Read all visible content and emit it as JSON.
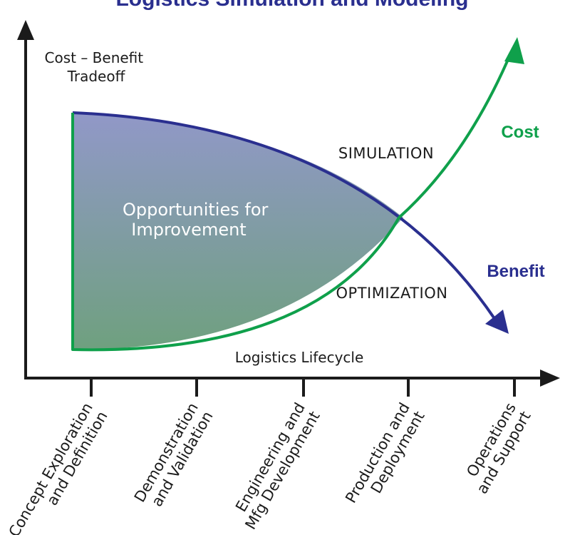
{
  "title": "Logistics Simulation and Modeling",
  "y_axis_label": [
    "Cost – Benefit",
    "Tradeoff"
  ],
  "x_axis_label": "Logistics Lifecycle",
  "region_label": [
    "Opportunities for",
    "Improvement"
  ],
  "curve_labels": {
    "simulation": "SIMULATION",
    "optimization": "OPTIMIZATION"
  },
  "series": {
    "cost": {
      "label": "Cost",
      "color": "#0fa04b"
    },
    "benefit": {
      "label": "Benefit",
      "color": "#2a2f8f"
    }
  },
  "phases": [
    [
      "Concept Exploration",
      "and Definition"
    ],
    [
      "Demonstration",
      "and Validation"
    ],
    [
      "Engineering and",
      "Mfg Development"
    ],
    [
      "Production and",
      "Deployment"
    ],
    [
      "Operations",
      "and Support"
    ]
  ],
  "colors": {
    "axis": "#1b1b1b",
    "region_top": "#9198c8",
    "region_bottom": "#6fa07f"
  }
}
